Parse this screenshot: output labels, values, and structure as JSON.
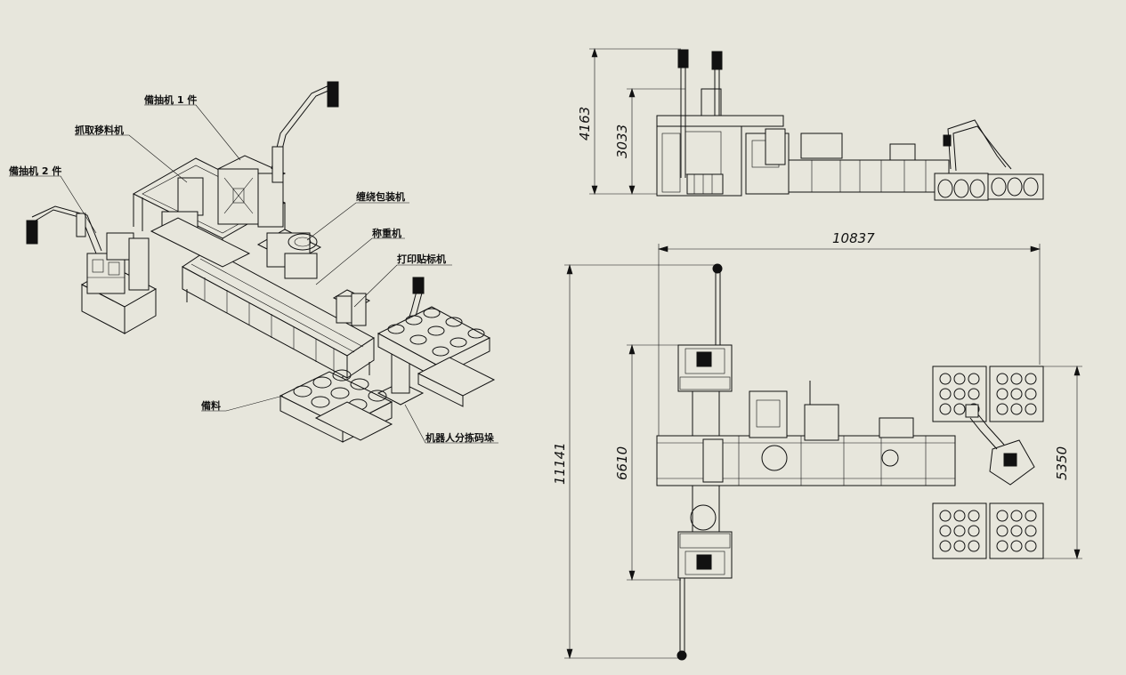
{
  "labels": {
    "unwinder_1": "備抽机 1 件",
    "pick_transfer": "抓取移料机",
    "unwinder_2": "備抽机 2 件",
    "wrap_packer": "缠绕包装机",
    "weigher": "称重机",
    "print_labeler": "打印贴标机",
    "stock": "備料",
    "robot_palletizer": "机器人分拣码垛"
  },
  "dimensions": {
    "side_height_total": "4163",
    "side_height_mid": "3033",
    "plan_length": "10837",
    "plan_width_total": "11141",
    "plan_width_mid": "6610",
    "plan_pallet_zone": "5350"
  }
}
